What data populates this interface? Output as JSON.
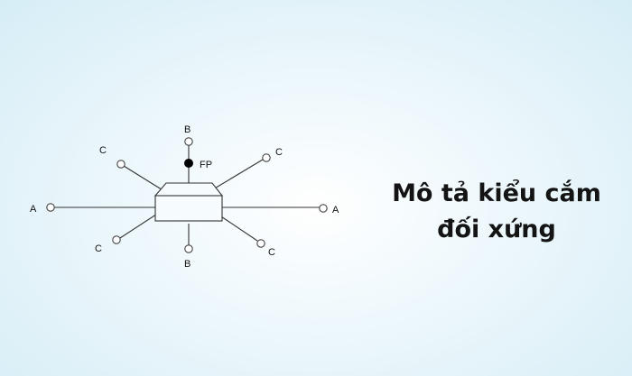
{
  "diagram": {
    "labels": {
      "a_left": "A",
      "a_right": "A",
      "b_top": "B",
      "b_bottom": "B",
      "fp": "FP",
      "c_top_left": "C",
      "c_top_right": "C",
      "c_bottom_left": "C",
      "c_bottom_right": "C"
    }
  },
  "caption": {
    "line1": "Mô tả kiểu cắm",
    "line2": "đối xứng"
  }
}
